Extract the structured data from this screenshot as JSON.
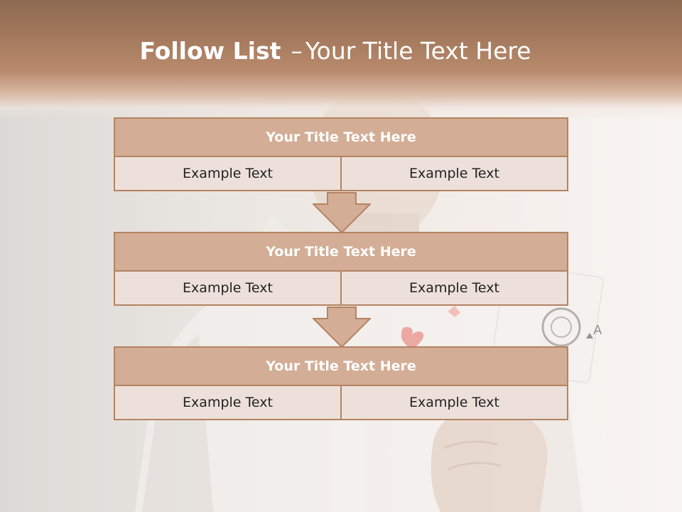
{
  "title": {
    "bold": "Follow List",
    "dash": "–",
    "rest": "Your Title Text Here"
  },
  "blocks": [
    {
      "title": "Your Title Text Here",
      "left": "Example Text",
      "right": "Example Text"
    },
    {
      "title": "Your Title Text Here",
      "left": "Example Text",
      "right": "Example Text"
    },
    {
      "title": "Your Title Text Here",
      "left": "Example Text",
      "right": "Example Text"
    }
  ],
  "colors": {
    "header_top": "#8c6b52",
    "header_mid": "#b98b6d",
    "block_title_fill": "#d3ad95",
    "block_border": "#b48362",
    "block_cell_fill": "#ede0da",
    "arrow_fill": "#d3ad95"
  },
  "icons": [
    "down-arrow-icon",
    "ace-of-spades-card-icon",
    "heart-card-icon"
  ]
}
